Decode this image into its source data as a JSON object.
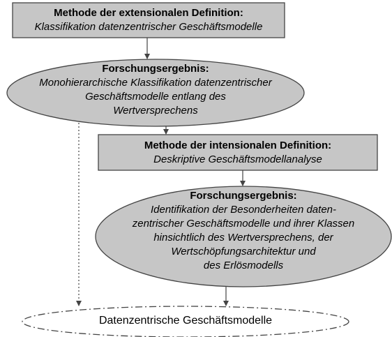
{
  "diagram": {
    "nodes": [
      {
        "id": "method-extensional",
        "shape": "rect",
        "title": "Methode der extensionalen Definition:",
        "body": "Klassifikation datenzentrischer Geschäftsmodelle"
      },
      {
        "id": "result-1",
        "shape": "ellipse",
        "title": "Forschungsergebnis:",
        "body": "Monohierarchische Klassifikation datenzentrischer\nGeschäftsmodelle entlang des\nWertversprechens"
      },
      {
        "id": "method-intensional",
        "shape": "rect",
        "title": "Methode der intensionalen Definition:",
        "body": "Deskriptive Geschäftsmodellanalyse"
      },
      {
        "id": "result-2",
        "shape": "ellipse",
        "title": "Forschungsergebnis:",
        "body": "Identifikation der Besonderheiten daten-\nzentrischer Geschäftsmodelle und ihrer Klassen\nhinsichtlich des Wertversprechens, der\nWertschöpfungsarchitektur und\ndes Erlösmodells"
      },
      {
        "id": "final",
        "shape": "dashed-ellipse",
        "title": "",
        "body": "Datenzentrische Geschäftsmodelle"
      }
    ],
    "edges": [
      {
        "from": "method-extensional",
        "to": "result-1",
        "style": "solid"
      },
      {
        "from": "result-1",
        "to": "method-intensional",
        "style": "solid"
      },
      {
        "from": "method-intensional",
        "to": "result-2",
        "style": "solid"
      },
      {
        "from": "result-2",
        "to": "final",
        "style": "solid"
      },
      {
        "from": "result-1",
        "to": "final",
        "style": "dotted"
      }
    ],
    "colors": {
      "fill": "#c6c6c6",
      "stroke": "#444444",
      "final_fill": "#ffffff"
    }
  }
}
